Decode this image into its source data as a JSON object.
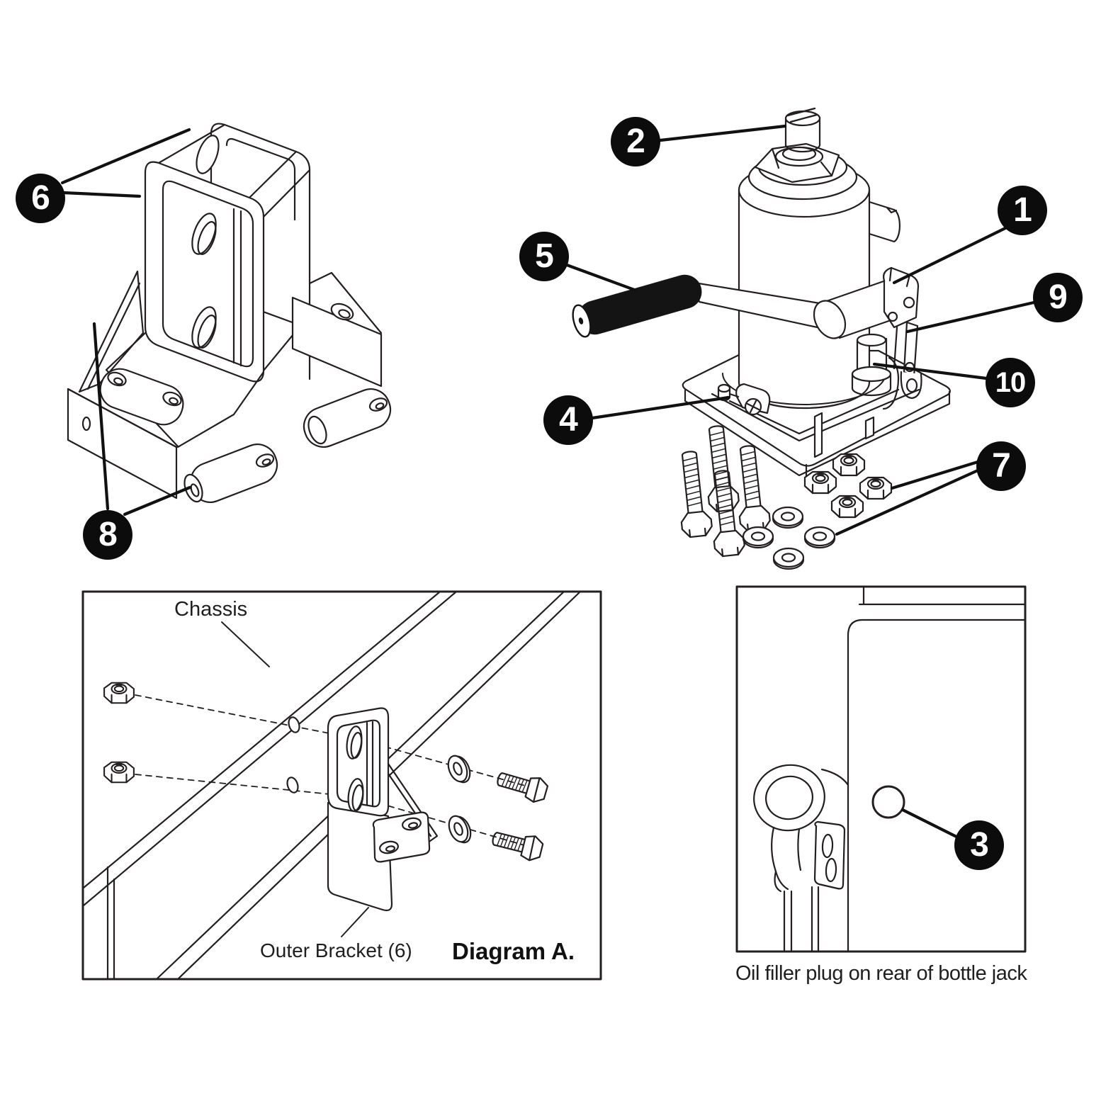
{
  "figure": {
    "kind": "exploded parts diagram - bottle jack and mounting brackets",
    "background": "#ffffff",
    "line_color": "#231f20",
    "callout_fill": "#0c0c0c",
    "callout_text_color": "#ffffff"
  },
  "callouts": {
    "n1": "1",
    "n2": "2",
    "n3": "3",
    "n4": "4",
    "n5": "5",
    "n6": "6",
    "n7": "7",
    "n8": "8",
    "n9": "9",
    "n10": "10"
  },
  "diagram_a": {
    "chassis_label": "Chassis",
    "outer_bracket_label": "Outer Bracket (6)",
    "title": "Diagram A."
  },
  "oil_plug_panel": {
    "caption": "Oil filler plug on rear of bottle jack"
  }
}
